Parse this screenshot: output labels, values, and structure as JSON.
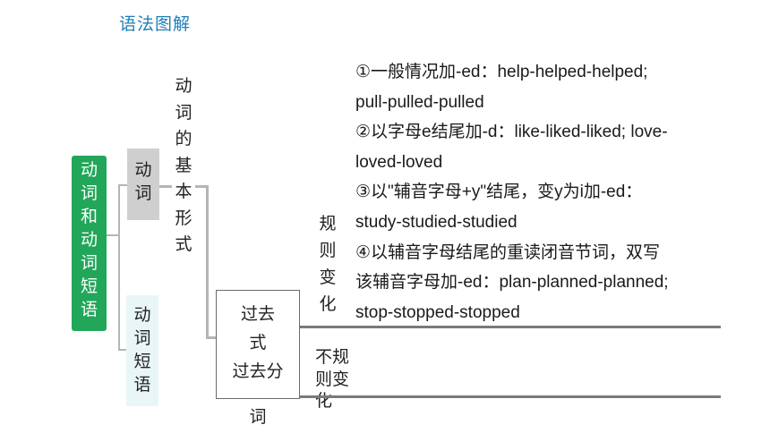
{
  "page": {
    "title": "语法图解"
  },
  "tree": {
    "root_label": [
      "动",
      "词",
      "和",
      "动",
      "词",
      "短",
      "语"
    ],
    "verb_label": [
      "动",
      "词"
    ],
    "phrase_label": [
      "动",
      "词",
      "短",
      "语"
    ],
    "basic_forms_label": [
      "动",
      "词",
      "的",
      "基",
      "本",
      "形",
      "式"
    ],
    "past_box_lines": [
      "过去",
      "式",
      "过去分"
    ],
    "past_box_continuation": "词",
    "regular_label": [
      "规",
      "则",
      "变",
      "化"
    ],
    "irregular_label": [
      "不规",
      "则变",
      "化"
    ]
  },
  "rules": [
    "①一般情况加-ed：help-helped-helped;",
    "pull-pulled-pulled",
    "②以字母e结尾加-d：like-liked-liked; love-",
    "loved-loved",
    "③以\"辅音字母+y\"结尾，变y为i加-ed：",
    "study-studied-studied",
    "④以辅音字母结尾的重读闭音节词，双写",
    "该辅音字母加-ed：plan-planned-planned;",
    "stop-stopped-stopped"
  ],
  "colors": {
    "title": "#1f7fb8",
    "root_box": "#22a65a",
    "verb_box": "#cfcfcf",
    "phrase_box": "#e9f6f8"
  }
}
